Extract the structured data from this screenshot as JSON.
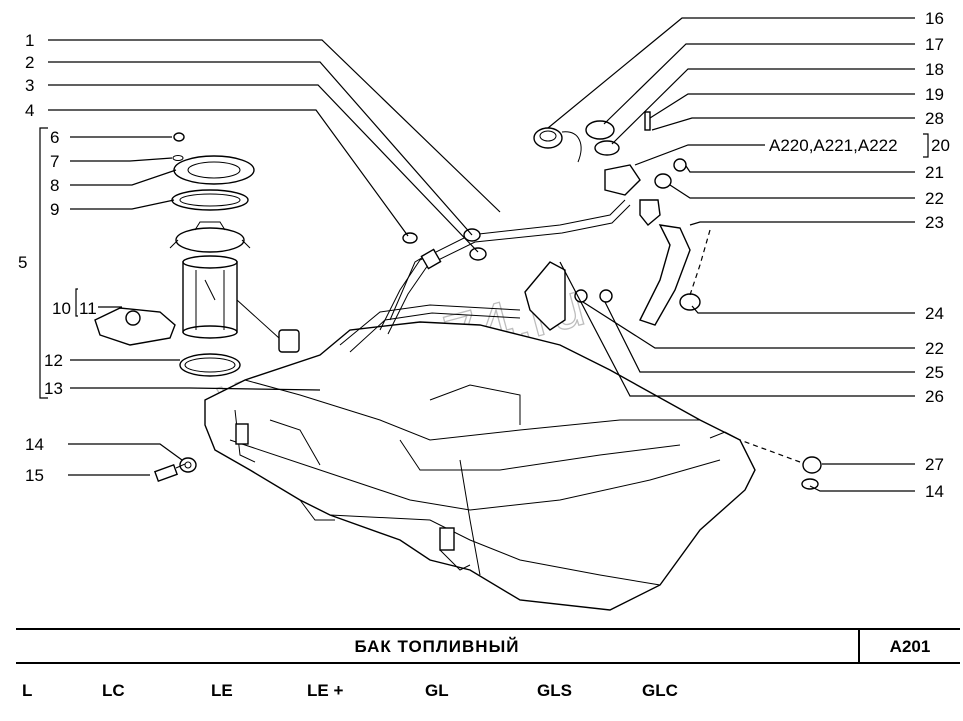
{
  "callouts": {
    "c1": "1",
    "c2": "2",
    "c3": "3",
    "c4": "4",
    "c5": "5",
    "c6": "6",
    "c7": "7",
    "c8": "8",
    "c9": "9",
    "c10": "10",
    "c11": "11",
    "c12": "12",
    "c13": "13",
    "c14": "14",
    "c15": "15",
    "c16": "16",
    "c17": "17",
    "c18": "18",
    "c19": "19",
    "c20": "20",
    "c21": "21",
    "c22": "22",
    "c23": "23",
    "c24": "24",
    "c22b": "22",
    "c25": "25",
    "c26": "26",
    "c27": "27",
    "c28": "28",
    "c14b": "14"
  },
  "variant_label": "A220,A221,A222",
  "watermark": "www.atb74.ru",
  "title": {
    "name": "БАК   ТОПЛИВНЫЙ",
    "code": "A201"
  },
  "trims": [
    "L",
    "LC",
    "LE",
    "LE +",
    "GL",
    "GLS",
    "GLC"
  ]
}
